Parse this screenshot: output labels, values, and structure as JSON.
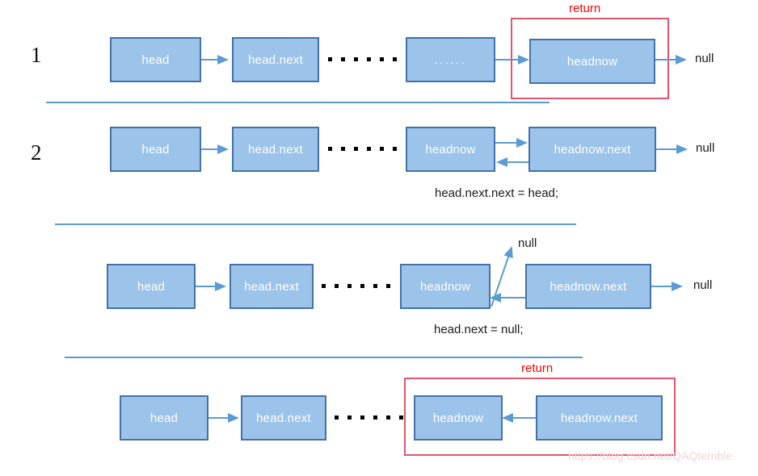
{
  "diagram": {
    "title": "Linked list reversal recursion diagram",
    "colors": {
      "node_fill": "#9CC3E9",
      "node_border": "#4472A8",
      "node_text": "#FFFFFF",
      "arrow": "#5B9BD5",
      "return_box": "#E2566E",
      "return_text": "#FF0000",
      "separator": "#5B9BD5",
      "dot": "#000000",
      "watermark": "#F3D3D8"
    },
    "step_numbers": [
      "1",
      "2"
    ],
    "rows": [
      {
        "id": "row-1",
        "step": "1",
        "nodes": [
          "head",
          "head.next",
          "......",
          "headnow"
        ],
        "terminal": "null",
        "return_label": "return",
        "caption": ""
      },
      {
        "id": "row-2",
        "step": "2",
        "nodes": [
          "head",
          "head.next",
          "headnow",
          "headnow.next"
        ],
        "terminal": "null",
        "return_label": "",
        "caption": "head.next.next = head;"
      },
      {
        "id": "row-3",
        "step": "",
        "nodes": [
          "head",
          "head.next",
          "headnow",
          "headnow.next"
        ],
        "terminal": "null",
        "branch_terminal": "null",
        "return_label": "",
        "caption": "head.next = null;"
      },
      {
        "id": "row-4",
        "step": "",
        "nodes": [
          "head",
          "head.next",
          "headnow",
          "headnow.next"
        ],
        "terminal": "",
        "return_label": "return",
        "caption": ""
      }
    ],
    "watermark": "https://blog.csdn.net/QAQterrible"
  }
}
